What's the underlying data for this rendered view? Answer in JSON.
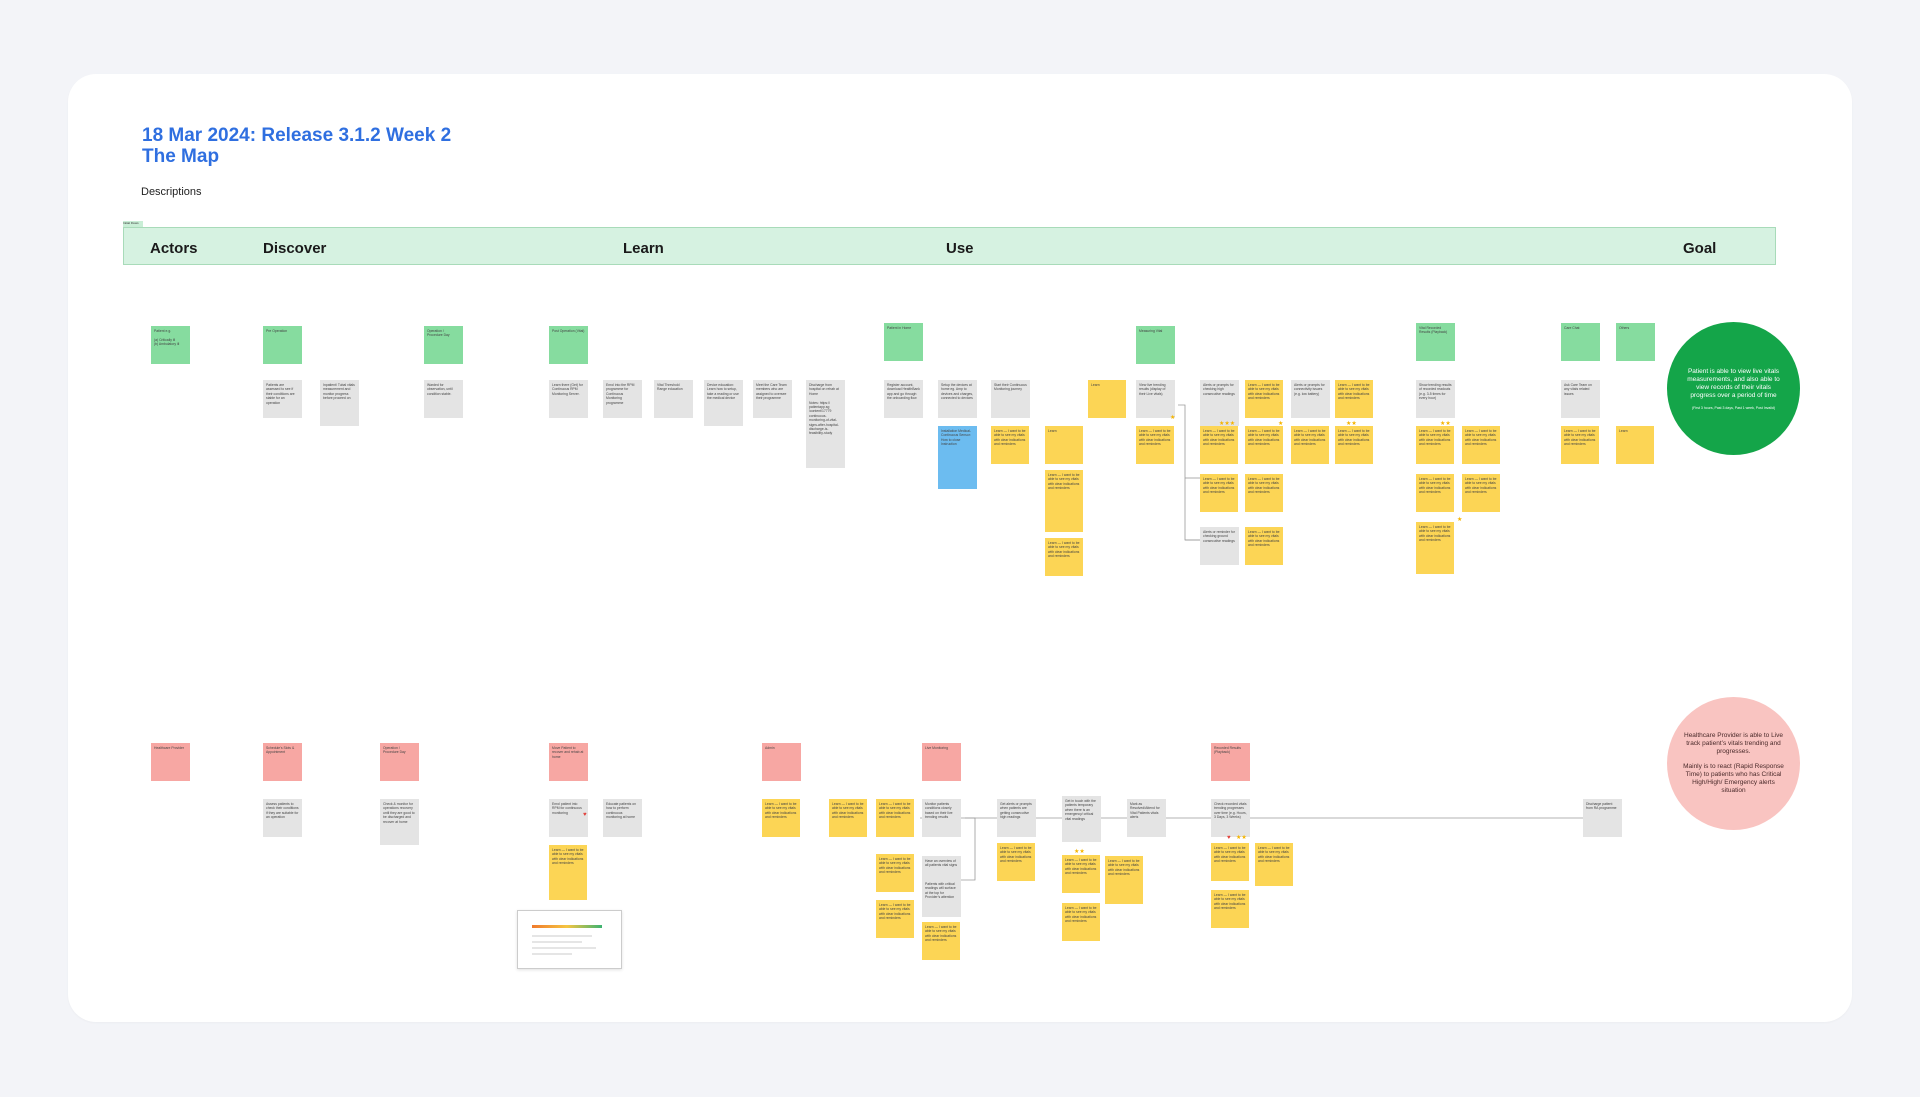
{
  "title": {
    "line1": "18 Mar 2024: Release 3.1.2 Week 2",
    "line2": "The Map"
  },
  "descriptions_label": "Descriptions",
  "frame_tag": "Initial Flows",
  "phases": {
    "actors": "Actors",
    "discover": "Discover",
    "learn": "Learn",
    "use": "Use",
    "goal": "Goal"
  },
  "patient_row": {
    "headers": {
      "patient": "Patient e.g.\n\n(a) Critically ill\n(b) Ambulatory ill",
      "pre_op": "Pre Operation",
      "op_day": "Operation / Procedure Day",
      "post_op": "Post Operation (Vital)",
      "patient_home": "Patient in Home",
      "measuring": "Measuring Vital",
      "vital_recorded": "Vital Recorded Results (Playback)",
      "care_chat": "Care Chat",
      "others": "Others"
    },
    "steps": {
      "s1": "Patients are assessed to see if their conditions are stable for an operation",
      "s2": "Inpatient/ Tubal vitals measurement and monitor progress before proceed on",
      "s3": "Warded for observation, until condition stable.",
      "s4": "Learn there (Get) for Continuous RPM Monitoring Server.",
      "s5": "Enrol into the RPM programme for Continuous Monitoring programme",
      "s6": "Vital Threshold Range education",
      "s7": "Device education: Learn how to setup, take a reading or use the medical device",
      "s8": "Meet the Care Team members who are assigned to oversee their programme",
      "s9": "Discharge from hospital on rehab at Home\n\nNotes: https:// patientapp.sg /content/17779 continuous-monitoring-of-vital-signs-after-hospital-discharge-is-feasibility-study",
      "s10": "Register account, download HealthBank app and go through the onboarding flow",
      "s11": "Setup the devices at home eg. Amp to devices and charges, connected to devices",
      "s12": "Start their Continuous Monitoring journey",
      "s13": "View live trending results (display of their Live vitals)",
      "s14": "Alerts or prompts for checking high consecutive readings",
      "s15": "Alerts or prompts for connectivity issues (e.g. low battery)",
      "s16": "Alerts or reminder for checking ground consecutive readings",
      "s17": "Show trending results of recorded readouts (e.g. 3-5 times for every hour)",
      "s18": "Ask Care Team on any vitals related issues"
    },
    "notes": {
      "blue1": "Installation Medical-Continuous Sensor: How to close Instruction",
      "y_user": "Learn",
      "y_generic": "Learn — I want to be able to see my vitals with clear indications and reminders"
    }
  },
  "provider_row": {
    "headers": {
      "provider": "Healthcare Provider",
      "schedule": "Schedule’s Slots & Appointment",
      "op_day": "Operation / Procedure Day",
      "move_patient": "Move Patient to recover and rehab at home",
      "admin": "Admin",
      "monitoring": "Live Monitoring",
      "recorded": "Recorded Results (Playback)"
    },
    "steps": {
      "p1": "Assess patients to check their conditions if they are suitable for an operation",
      "p2": "Check & monitor for operations recovery until they are good to be discharged and recover at home",
      "p3": "Enrol patient into RPM for continuous monitoring",
      "p4": "Educate patients on how to perform continuous monitoring at home",
      "p5": "Monitor patients conditions closely based on their live trending results",
      "p6": "Have an overview of all patients vital signs",
      "p7": "Patients with critical readings will surface at the top for Provider’s attention",
      "p8": "Get alerts or prompts when patients are getting consecutive high readings",
      "p9": "Get in touch with the patients temporary when there is an emergency/ critical vital readings",
      "p10": "Mark as Resolved/Attend for Vital Patients vitals alerts",
      "p11": "Check recorded vitals trending progresses over time (e.g. Hours, 3 Days, 3 Weeks)",
      "p12": "Discharge patient from RA programme"
    }
  },
  "goals": {
    "patient": {
      "text": "Patient is able to view live vitals measurements, and also able to view records of their vitals progress over a period of time",
      "sub": "(First 3 hours, Past 3 days, Past 1 week, Post Invalid)"
    },
    "provider": {
      "line1": "Healthcare Provider is able to Live track patient’s vitals trending and progresses.",
      "line2": "Mainly is to react (Rapid Response Time) to patients who has Critical High/High/ Emergency alerts situation"
    }
  },
  "colors": {
    "accent_title": "#2f6fe0",
    "patient_header": "#86dc9f",
    "provider_header": "#f7a7a3",
    "step_note": "#e4e4e4",
    "sticky_note": "#fcd555",
    "goal_patient": "#14a549",
    "goal_provider": "#f9c4c1"
  }
}
